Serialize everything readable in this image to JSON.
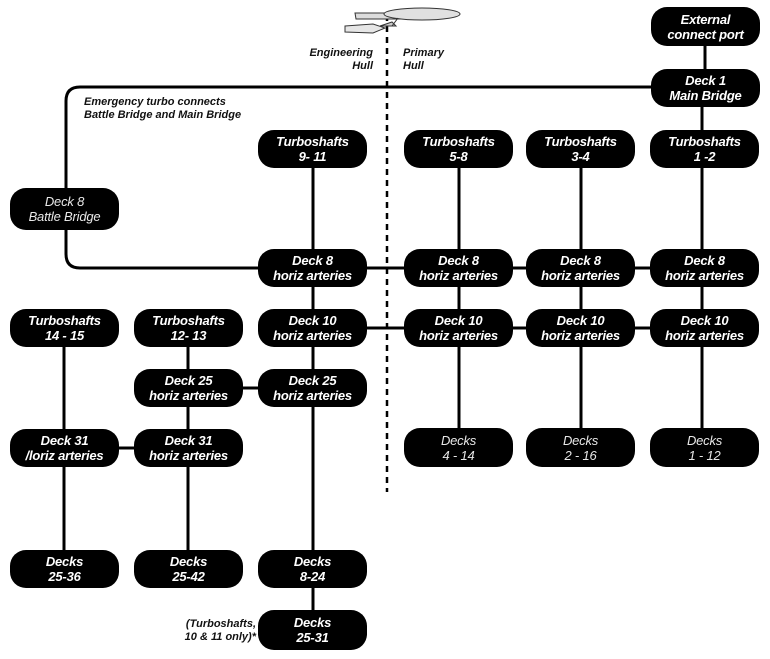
{
  "colors": {
    "node_fill": "#000000",
    "node_text": "#ffffff",
    "line": "#000000"
  },
  "icons": {
    "ship": "starship-icon"
  },
  "hull_labels": {
    "engineering": [
      "Engineering",
      "Hull"
    ],
    "primary": [
      "Primary",
      "Hull"
    ]
  },
  "emergency_note": [
    "Emergency turbo connects",
    "Battle Bridge and Main Bridge"
  ],
  "footnote": [
    "(Turboshafts,",
    "10 & 11 only)*"
  ],
  "nodes": {
    "external_port": [
      "External",
      "connect port"
    ],
    "deck1_main_bridge": [
      "Deck 1",
      "Main Bridge"
    ],
    "deck8_battle_bridge": [
      "Deck 8",
      "Battle Bridge"
    ],
    "turboshafts_9_11": [
      "Turboshafts",
      "9- 11"
    ],
    "turboshafts_5_8": [
      "Turboshafts",
      "5-8"
    ],
    "turboshafts_3_4": [
      "Turboshafts",
      "3-4"
    ],
    "turboshafts_1_2": [
      "Turboshafts",
      "1 -2"
    ],
    "deck8_arteries_a": [
      "Deck 8",
      "horiz arteries"
    ],
    "deck8_arteries_b": [
      "Deck 8",
      "horiz arteries"
    ],
    "deck8_arteries_c": [
      "Deck 8",
      "horiz arteries"
    ],
    "deck8_arteries_d": [
      "Deck 8",
      "horiz arteries"
    ],
    "turboshafts_14_15": [
      "Turboshafts",
      "14 - 15"
    ],
    "turboshafts_12_13": [
      "Turboshafts",
      "12- 13"
    ],
    "deck10_arteries_a": [
      "Deck 10",
      "horiz arteries"
    ],
    "deck10_arteries_b": [
      "Deck 10",
      "horiz arteries"
    ],
    "deck10_arteries_c": [
      "Deck 10",
      "horiz arteries"
    ],
    "deck10_arteries_d": [
      "Deck 10",
      "horiz arteries"
    ],
    "deck25_arteries_a": [
      "Deck 25",
      "horiz arteries"
    ],
    "deck25_arteries_b": [
      "Deck 25",
      "horiz arteries"
    ],
    "deck31_arteries_a": [
      "Deck 31",
      "/loriz arteries"
    ],
    "deck31_arteries_b": [
      "Deck 31",
      "horiz arteries"
    ],
    "decks_4_14": [
      "Decks",
      "4 - 14"
    ],
    "decks_2_16": [
      "Decks",
      "2 - 16"
    ],
    "decks_1_12": [
      "Decks",
      "1 - 12"
    ],
    "decks_25_36": [
      "Decks",
      "25-36"
    ],
    "decks_25_42": [
      "Decks",
      "25-42"
    ],
    "decks_8_24": [
      "Decks",
      "8-24"
    ],
    "decks_25_31": [
      "Decks",
      "25-31"
    ]
  }
}
